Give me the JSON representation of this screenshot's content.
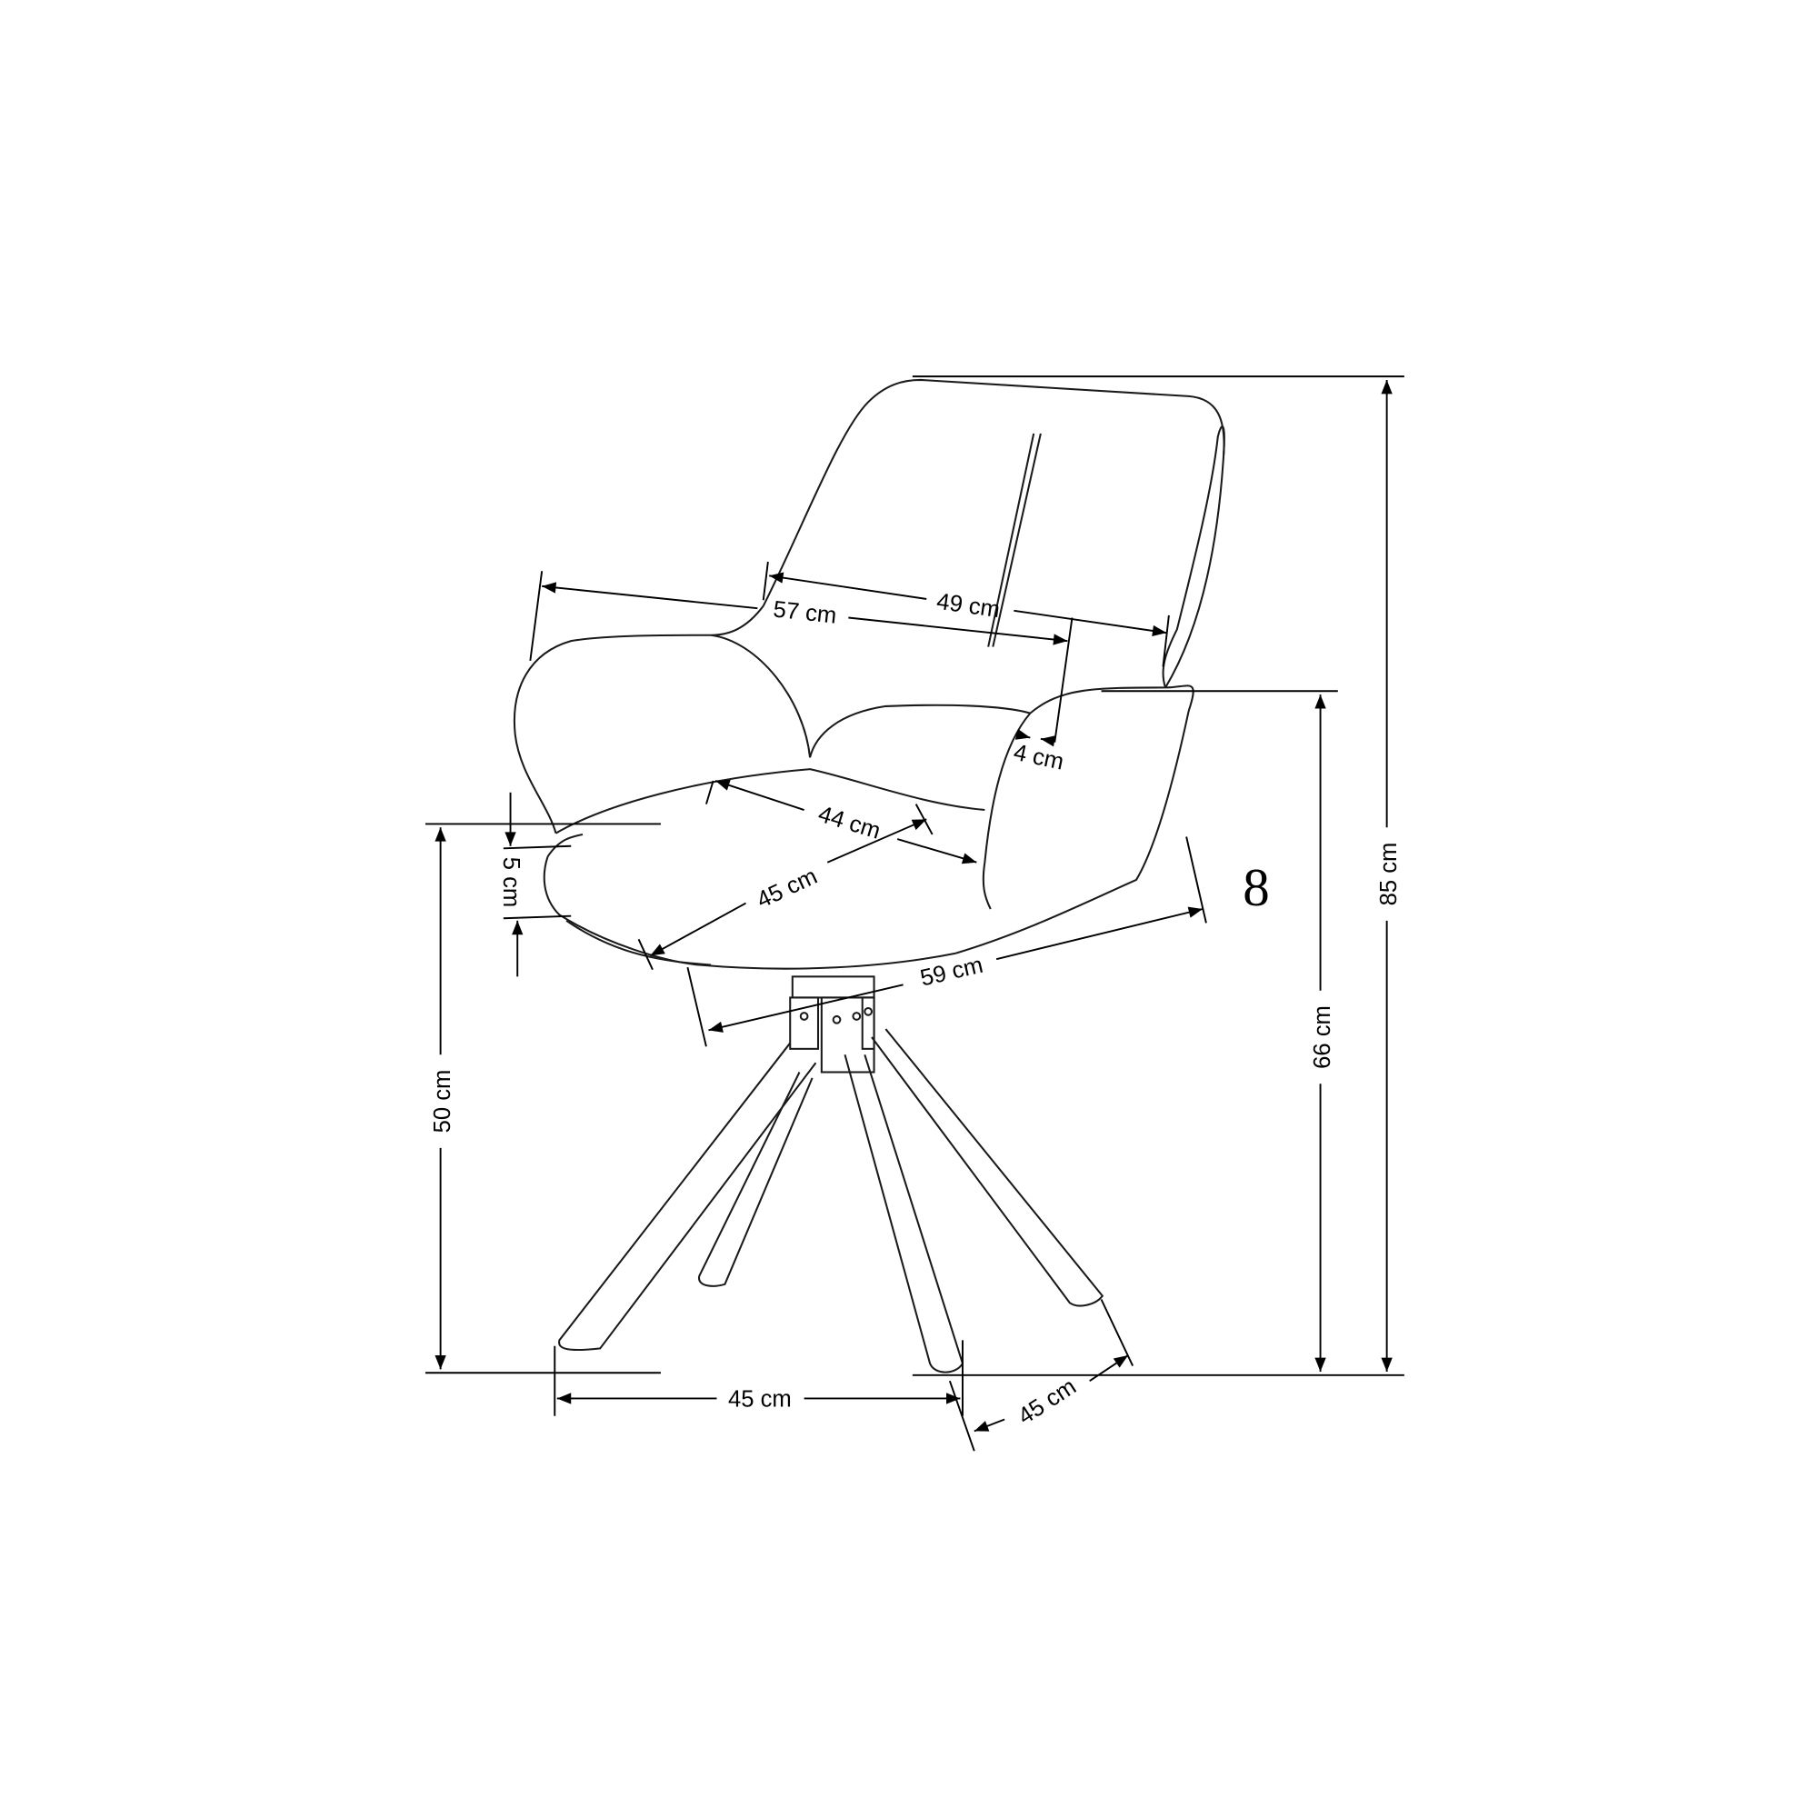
{
  "dimensions": {
    "total_height": "85 cm",
    "armrest_height": "66 cm",
    "seat_height": "50 cm",
    "seat_thickness": "5 cm",
    "back_width": "49 cm",
    "overall_width": "57 cm",
    "armrest_thickness": "4 cm",
    "seat_width": "44 cm",
    "seat_depth": "45 cm",
    "overall_depth": "59 cm",
    "base_width": "45 cm",
    "base_depth": "45 cm"
  },
  "badge": "8",
  "colors": {
    "line": "#1a1a1a",
    "background": "#ffffff"
  }
}
